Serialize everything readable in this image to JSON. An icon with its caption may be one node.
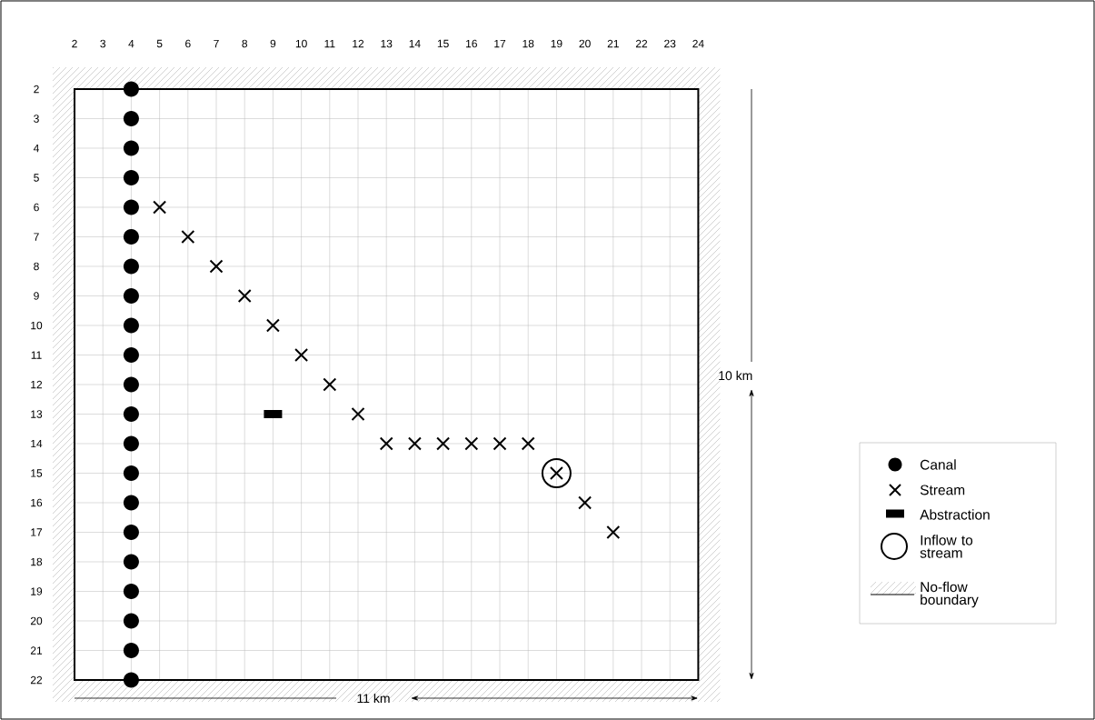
{
  "diagram": {
    "labels": [
      "2",
      "3",
      "4",
      "5",
      "6",
      "7",
      "8",
      "9",
      "10",
      "11",
      "12",
      "13",
      "14",
      "15",
      "16",
      "17",
      "18",
      "19",
      "20",
      "21",
      "22",
      "23",
      "24",
      "2",
      "3",
      "4",
      "5",
      "6",
      "7",
      "8",
      "9",
      "10",
      "11",
      "12",
      "13",
      "14",
      "15",
      "16",
      "17",
      "18",
      "19",
      "20",
      "21",
      "22",
      "10 km",
      "11 km"
    ],
    "legend": [
      {
        "text": "Canal"
      },
      {
        "text": "Stream"
      },
      {
        "text": "Abstraction"
      },
      {
        "text": "Inflow to stream"
      },
      {
        "text": "No-flow boundary"
      }
    ]
  }
}
